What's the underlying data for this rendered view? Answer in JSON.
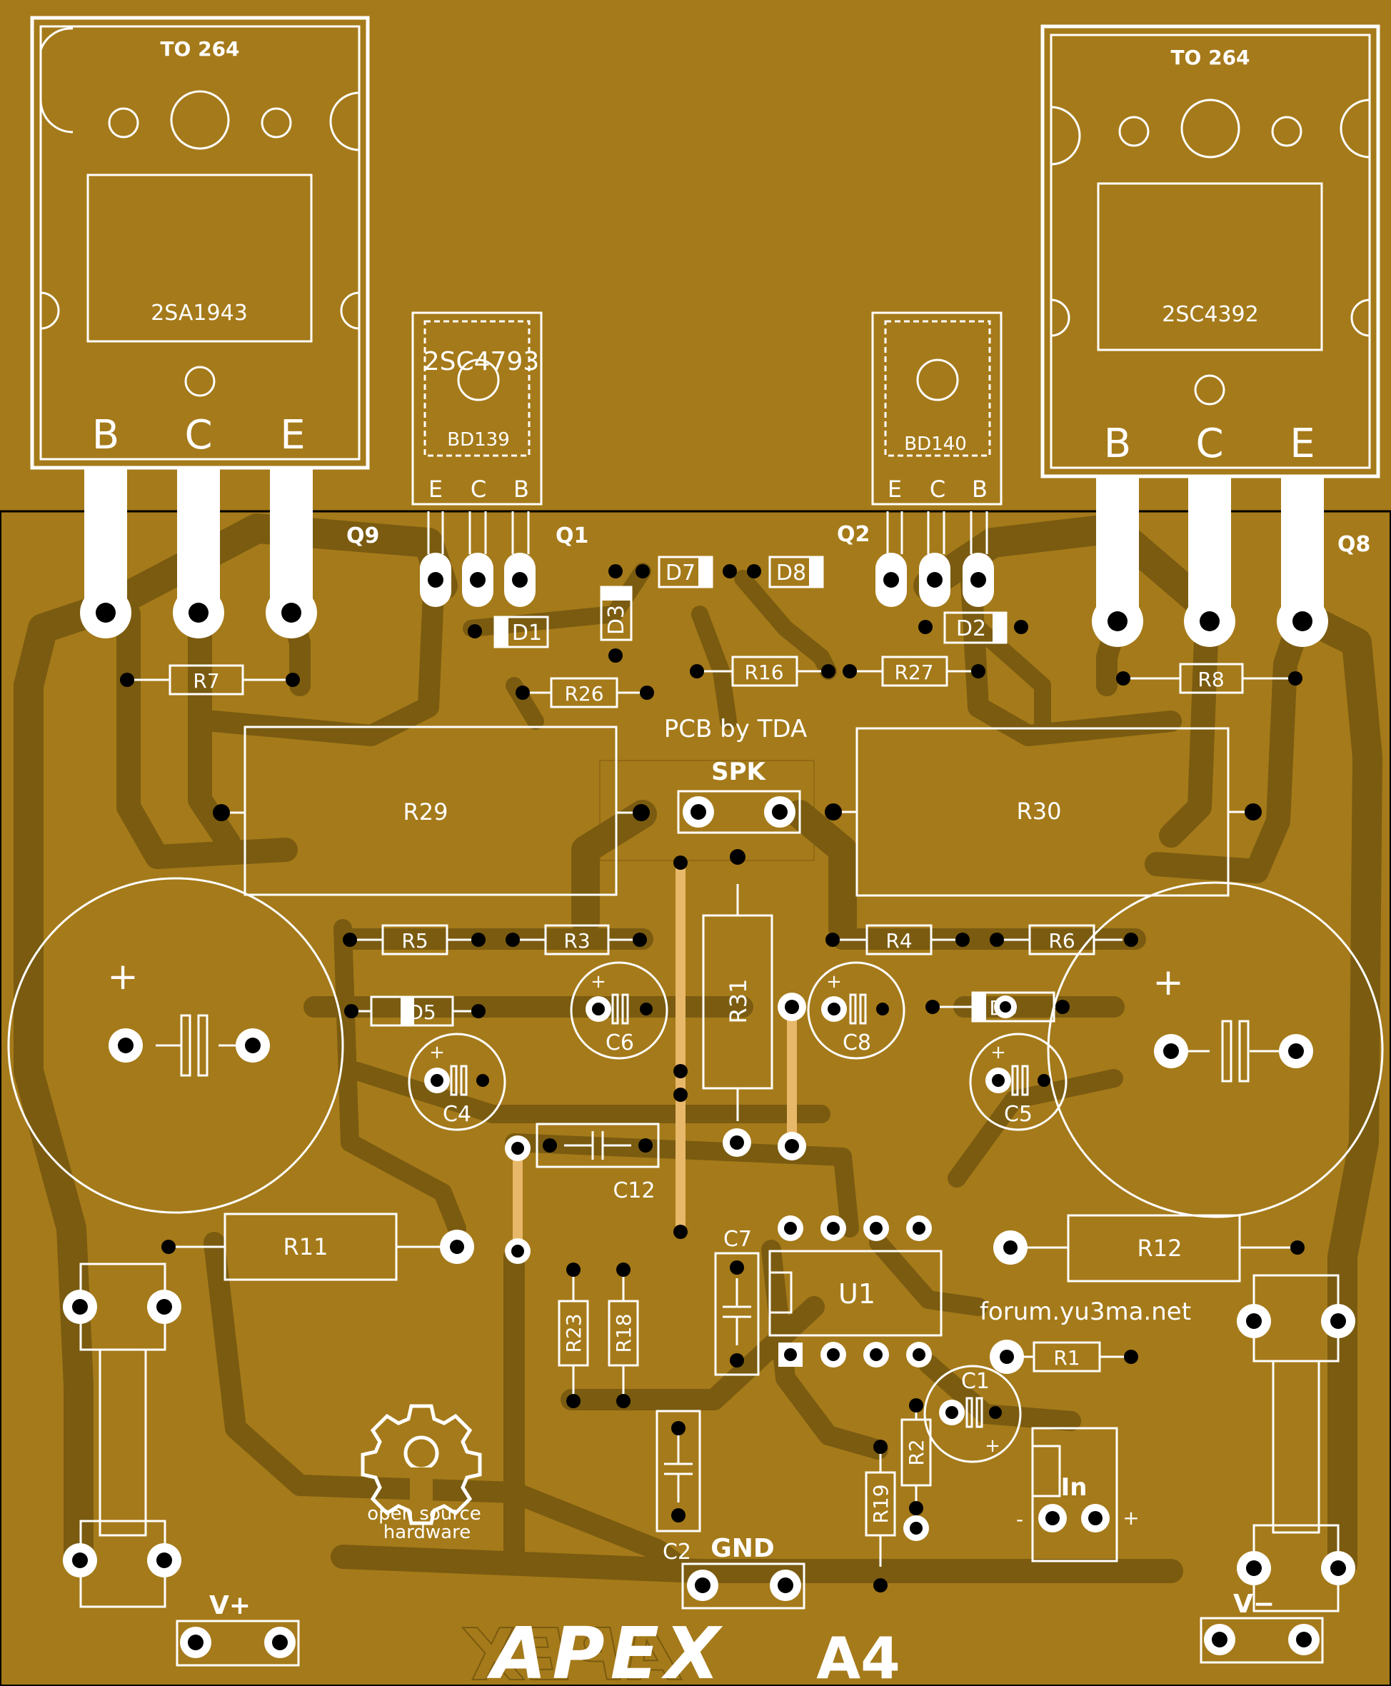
{
  "colors": {
    "board": "#a57a1a",
    "copper": "#7a5b10",
    "silkscreen": "#ffffff",
    "pad": "#ffffff",
    "drill": "#000000",
    "jumper": "#e8b86a"
  },
  "power_transistors": {
    "left": {
      "package": "TO 264",
      "part": "2SA1943",
      "pins": [
        "B",
        "C",
        "E"
      ],
      "ref": "Q9"
    },
    "right": {
      "package": "TO 264",
      "part": "2SC4392",
      "pins": [
        "B",
        "C",
        "E"
      ],
      "ref": "Q8"
    }
  },
  "driver_transistors": {
    "left": {
      "overlay": "2SC4793",
      "part": "BD139",
      "pins": [
        "E",
        "C",
        "B"
      ],
      "ref": "Q1"
    },
    "right": {
      "part": "BD140",
      "pins": [
        "E",
        "C",
        "B"
      ],
      "ref": "Q2"
    }
  },
  "resistors": {
    "r1": "R1",
    "r2": "R2",
    "r3": "R3",
    "r4": "R4",
    "r5": "R5",
    "r6": "R6",
    "r7": "R7",
    "r8": "R8",
    "r11": "R11",
    "r12": "R12",
    "r16": "R16",
    "r18": "R18",
    "r19": "R19",
    "r23": "R23",
    "r26": "R26",
    "r27": "R27",
    "r29": "R29",
    "r30": "R30",
    "r31": "R31"
  },
  "diodes": {
    "d1": "D1",
    "d2": "D2",
    "d3": "D3",
    "d5": "D5",
    "d6": "D6",
    "d7": "D7",
    "d8": "D8"
  },
  "capacitors": {
    "c1": "C1",
    "c2": "C2",
    "c4": "C4",
    "c5": "C5",
    "c6": "C6",
    "c7": "C7",
    "c8": "C8",
    "c12": "C12",
    "plus": "+"
  },
  "ic": {
    "u1": "U1"
  },
  "connectors": {
    "spk": "SPK",
    "gnd": "GND",
    "vplus": "V+",
    "vminus": "V−",
    "in": "In",
    "in_minus": "-",
    "in_plus": "+"
  },
  "texts": {
    "credit": "PCB by TDA",
    "forum": "forum.yu3ma.net",
    "oshw_line1": "open source",
    "oshw_line2": "hardware",
    "logo": "APEX",
    "model": "A4"
  }
}
